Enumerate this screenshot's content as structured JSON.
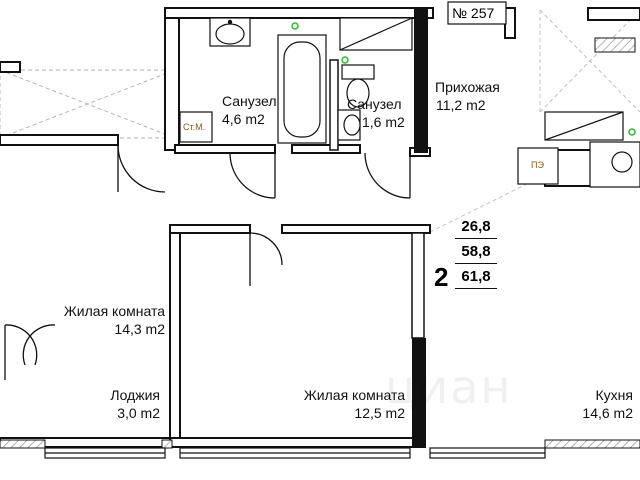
{
  "plan": {
    "apartment_number": "№ 257",
    "room_count": "2",
    "areas": [
      "26,8",
      "58,8",
      "61,8"
    ],
    "rooms": [
      {
        "name": "Санузел",
        "area": "4,6 m2"
      },
      {
        "name": "Санузел",
        "area": "1,6 m2"
      },
      {
        "name": "Прихожая",
        "area": "11,2 m2"
      },
      {
        "name": "Жилая комната",
        "area": "14,3 m2"
      },
      {
        "name": "Лоджия",
        "area": "3,0 m2"
      },
      {
        "name": "Жилая комната",
        "area": "12,5 m2"
      },
      {
        "name": "Кухня",
        "area": "14,6 m2"
      }
    ],
    "markers": {
      "riser": "Ст.М.",
      "panel": "ПЭ"
    },
    "watermark": "циан",
    "colors": {
      "wall": "#111111",
      "wall_fill": "#ffffff",
      "hatch": "#9a9a9a",
      "marker": "#2bbf2b"
    }
  }
}
